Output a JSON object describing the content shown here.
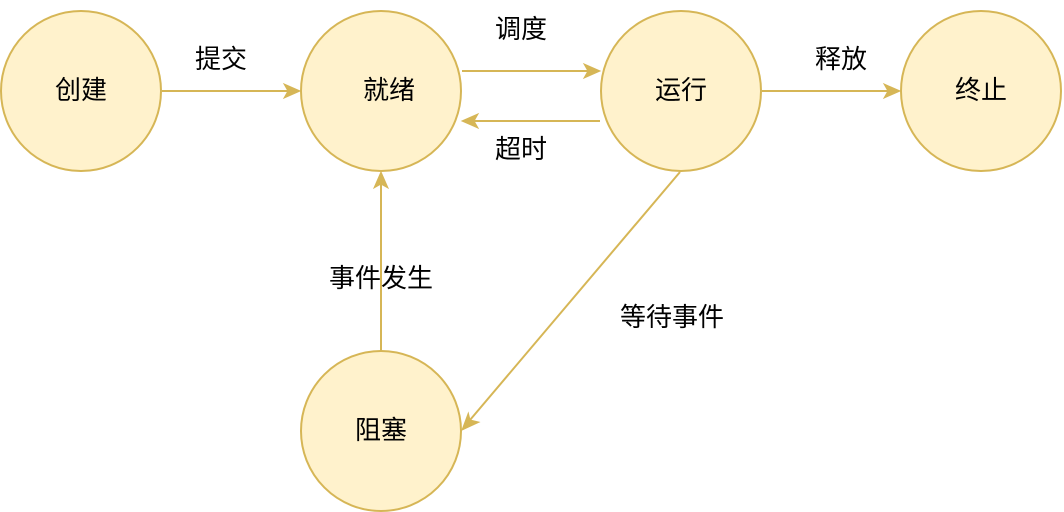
{
  "states": {
    "created": "创建",
    "ready": "就绪",
    "running": "运行",
    "terminated": "终止",
    "blocked": "阻塞"
  },
  "transitions": {
    "submit": "提交",
    "dispatch": "调度",
    "timeout": "超时",
    "release": "释放",
    "wait_event": "等待事件",
    "event_occurs": "事件发生"
  },
  "colors": {
    "node_fill": "#fff2cc",
    "node_stroke": "#d6b656",
    "edge": "#d6b656",
    "text": "#000000"
  }
}
